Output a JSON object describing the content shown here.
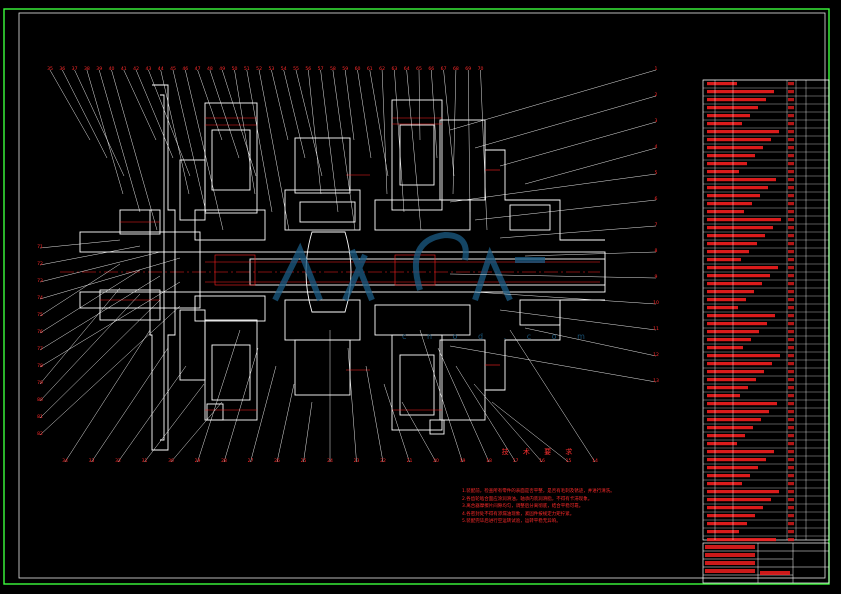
{
  "drawing": {
    "frame_color": "#3cff3c",
    "line_color": "#ffffff",
    "leader_color": "#ffffff",
    "dimension_color": "#ff2020",
    "text_color": "#ff2a2a",
    "watermark_color": "#1b5d86"
  },
  "watermark": {
    "site_text": "c n o d . c o m"
  },
  "technical_requirements": {
    "title": "技 术 要 求",
    "items": [
      "1.装配前，检查所有零件的表面是否平整，是否有毛刺及锈迹，并进行清洗。",
      "2.各齿轮啮合面应涂润滑油，轴承内装润滑脂，不得有卡滞现象。",
      "3.离合器摩擦片间隙均匀，调整后分离彻底，结合平稳可靠。",
      "4.各密封处不得有渗漏油现象，紧固件按规定力矩拧紧。",
      "5.装配完毕后进行空运转试验，运转平稳无异响。"
    ]
  },
  "balloons": {
    "top": [
      "35",
      "36",
      "37",
      "38",
      "39",
      "40",
      "41",
      "42",
      "43",
      "44",
      "45",
      "46",
      "47",
      "48",
      "49",
      "50",
      "51",
      "52",
      "53",
      "54",
      "55",
      "56",
      "57",
      "58",
      "59",
      "60",
      "61",
      "62",
      "63",
      "64",
      "65",
      "66",
      "67",
      "68",
      "69",
      "70"
    ],
    "bottom": [
      "34",
      "33",
      "32",
      "31",
      "30",
      "29",
      "28",
      "27",
      "26",
      "25",
      "24",
      "23",
      "22",
      "21",
      "20",
      "19",
      "18",
      "17",
      "16",
      "15",
      "14"
    ],
    "left": [
      "71",
      "72",
      "73",
      "74",
      "75",
      "76",
      "77",
      "78",
      "79",
      "80",
      "81",
      "82"
    ],
    "right": [
      "1",
      "2",
      "3",
      "4",
      "5",
      "6",
      "7",
      "8",
      "9",
      "10",
      "11",
      "12",
      "13"
    ]
  }
}
